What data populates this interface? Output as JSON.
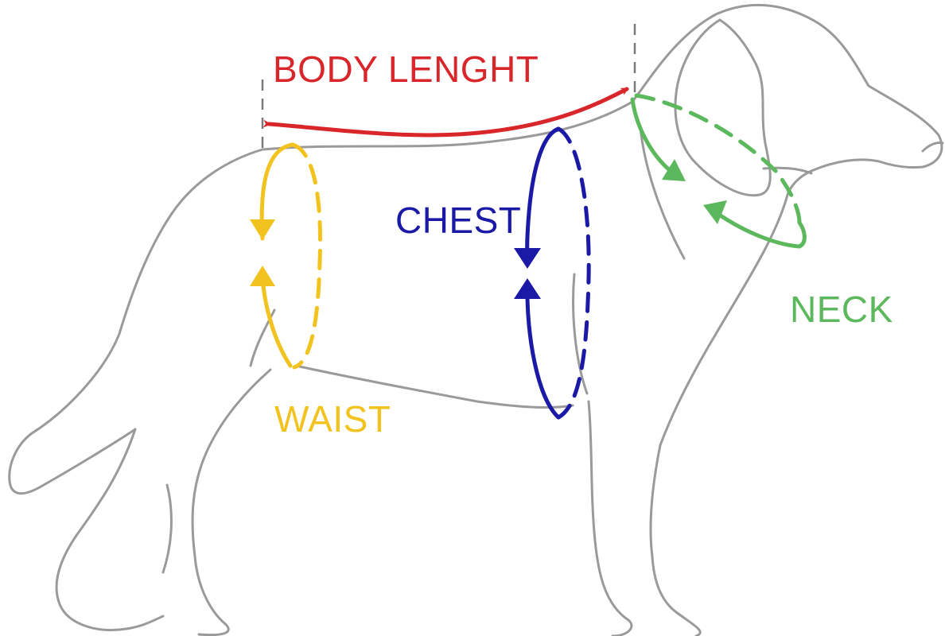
{
  "labels": {
    "body_length": "BODY LENGHT",
    "chest": "CHEST",
    "waist": "WAIST",
    "neck": "NECK"
  },
  "colors": {
    "outline": "#9a9a9a",
    "body_length": "#d9262a",
    "chest": "#1a1aa6",
    "waist": "#f2c31f",
    "neck": "#5cb85c"
  }
}
